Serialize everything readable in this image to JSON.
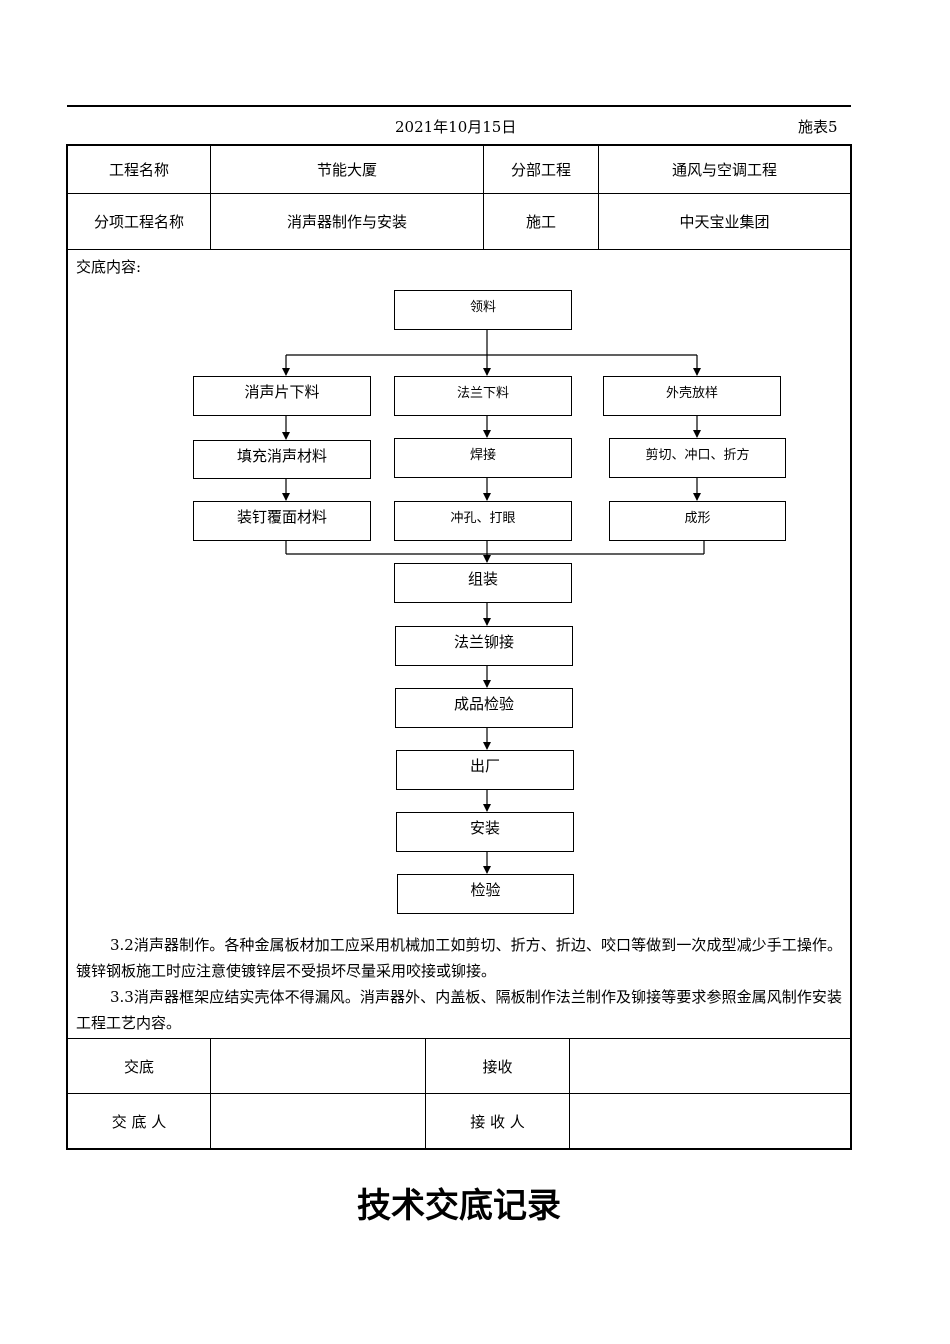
{
  "header": {
    "date": "2021年10月15日",
    "form_code": "施表5"
  },
  "info": {
    "project_name_label": "工程名称",
    "project_name_value": "节能大厦",
    "division_label": "分部工程",
    "division_value": "通风与空调工程",
    "subitem_label": "分项工程名称",
    "subitem_value": "消声器制作与安装",
    "construction_label": "施工",
    "construction_value": "中天宝业集团"
  },
  "content_label": "交底内容:",
  "flowchart": {
    "start": "领料",
    "col1": [
      "消声片下料",
      "填充消声材料",
      "装钉覆面材料"
    ],
    "col2": [
      "法兰下料",
      "焊接",
      "冲孔、打眼"
    ],
    "col3": [
      "外壳放样",
      "剪切、冲口、折方",
      "成形"
    ],
    "sequence": [
      "组装",
      "法兰铆接",
      "成品检验",
      "出厂",
      "安装",
      "检验"
    ]
  },
  "paragraphs": [
    "3.2消声器制作。各种金属板材加工应采用机械加工如剪切、折方、折边、咬口等做到一次成型减少手工操作。镀锌钢板施工时应注意使镀锌层不受损坏尽量采用咬接或铆接。",
    "3.3消声器框架应结实壳体不得漏风。消声器外、内盖板、隔板制作法兰制作及铆接等要求参照金属风制作安装工程工艺内容。"
  ],
  "signoff": {
    "handover_label": "交底",
    "receive_label": "接收",
    "handover_person_label": "交 底 人",
    "receive_person_label": "接 收 人"
  },
  "document_title": "技术交底记录"
}
